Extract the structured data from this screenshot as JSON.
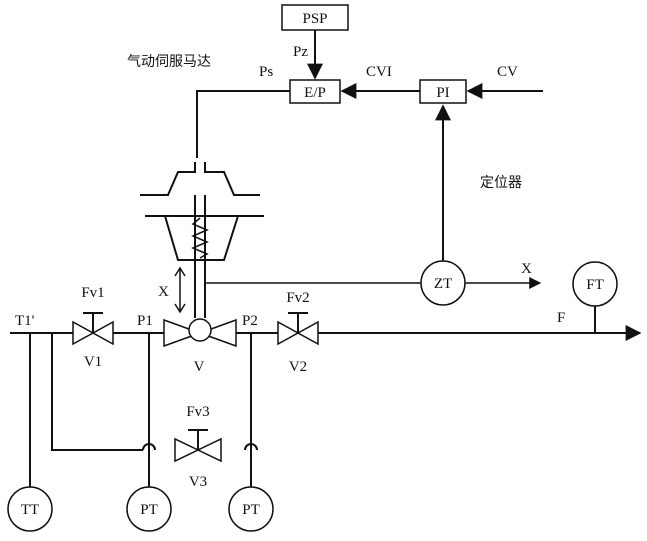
{
  "title": "气动伺服马达",
  "positioner_label": "定位器",
  "blocks": {
    "psp": "PSP",
    "ep": "E/P",
    "pi": "PI"
  },
  "signals": {
    "ps": "Ps",
    "pz": "Pz",
    "cvi": "CVI",
    "cv": "CV",
    "x_out": "X",
    "x_stroke": "X",
    "f": "F"
  },
  "instruments": {
    "zt": "ZT",
    "ft": "FT",
    "tt": "TT",
    "pt1": "PT",
    "pt2": "PT"
  },
  "points": {
    "t1": "T1'",
    "p1": "P1",
    "p2": "P2"
  },
  "valves": {
    "fv1": "Fv1",
    "v1": "V1",
    "fv2": "Fv2",
    "v2": "V2",
    "fv3": "Fv3",
    "v3": "V3",
    "v": "V"
  }
}
